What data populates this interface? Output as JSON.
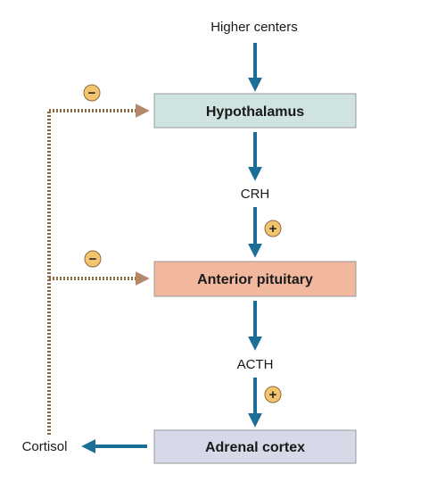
{
  "inputs": {
    "higher_centers": "Higher centers"
  },
  "nodes": {
    "hypothalamus": {
      "label": "Hypothalamus",
      "fill": "#cfe3e0"
    },
    "anterior_pituitary": {
      "label": "Anterior pituitary",
      "fill": "#f1b89e"
    },
    "adrenal_cortex": {
      "label": "Adrenal cortex",
      "fill": "#d5d9e8"
    }
  },
  "hormones": {
    "crh": "CRH",
    "acth": "ACTH",
    "cortisol": "Cortisol"
  },
  "signs": {
    "positive": "+",
    "negative": "−"
  },
  "colors": {
    "stimulatory_arrow": "#1b6e96",
    "feedback_line": "#8c6b3e",
    "sign_badge": "#f2c46d",
    "box_border": "#9a9a9a"
  }
}
